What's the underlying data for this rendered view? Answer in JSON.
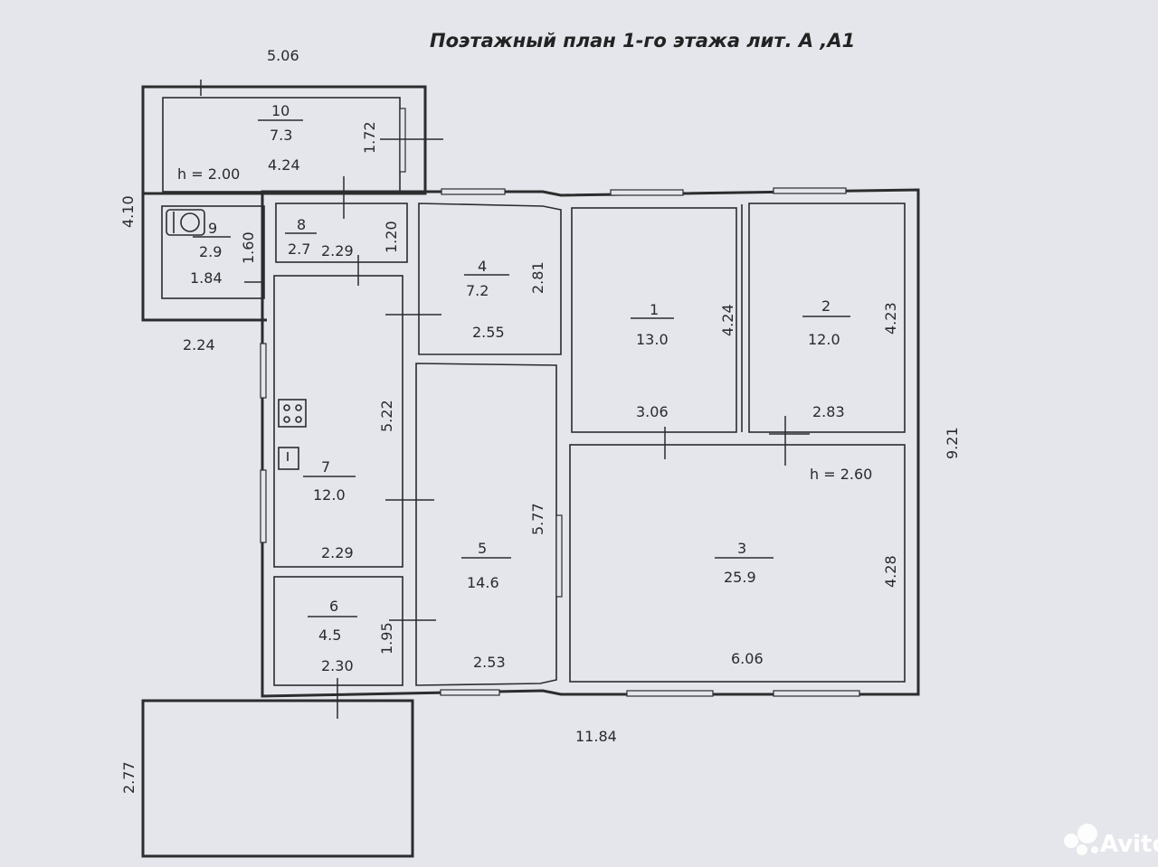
{
  "title": "Поэтажный план  1-го этажа лит.  А ,А1",
  "rooms": [
    {
      "id": "r1",
      "num": "1",
      "area": "13.0"
    },
    {
      "id": "r2",
      "num": "2",
      "area": "12.0"
    },
    {
      "id": "r3",
      "num": "3",
      "area": "25.9"
    },
    {
      "id": "r4",
      "num": "4",
      "area": "7.2"
    },
    {
      "id": "r5",
      "num": "5",
      "area": "14.6"
    },
    {
      "id": "r6",
      "num": "6",
      "area": "4.5"
    },
    {
      "id": "r7",
      "num": "7",
      "area": "12.0"
    },
    {
      "id": "r8",
      "num": "8",
      "area": "2.7"
    },
    {
      "id": "r9",
      "num": "9",
      "area": "2.9"
    },
    {
      "id": "r10",
      "num": "10",
      "area": "7.3"
    }
  ],
  "heights": {
    "h1": "h = 2.00",
    "h2": "h = 2.60"
  },
  "dimensions": {
    "top_width": "5.06",
    "left_height": "4.10",
    "right_height": "9.21",
    "bottom_width": "11.84",
    "ext_left_width": "2.24",
    "ext_bottom": "2.77",
    "r10_w": "4.24",
    "r10_h": "1.72",
    "r8_w": "2.29",
    "r8_h": "1.20",
    "r9_w": "1.84",
    "r9_h": "1.60",
    "r4_w": "2.55",
    "r4_h": "2.81",
    "r1_w": "3.06",
    "r1_h": "4.24",
    "r2_w": "2.83",
    "r2_h": "4.23",
    "r7_w": "2.29",
    "r7_h": "5.22",
    "r5_w": "2.53",
    "r5_h": "5.77",
    "r3_w": "6.06",
    "r3_h": "4.28",
    "r6_w": "2.30",
    "r6_h": "1.95"
  },
  "watermark": {
    "text": "Avito",
    "icon": "avito-logo-icon"
  },
  "colors": {
    "paper": "#e4e6ec",
    "ink": "#2c2c2e"
  }
}
